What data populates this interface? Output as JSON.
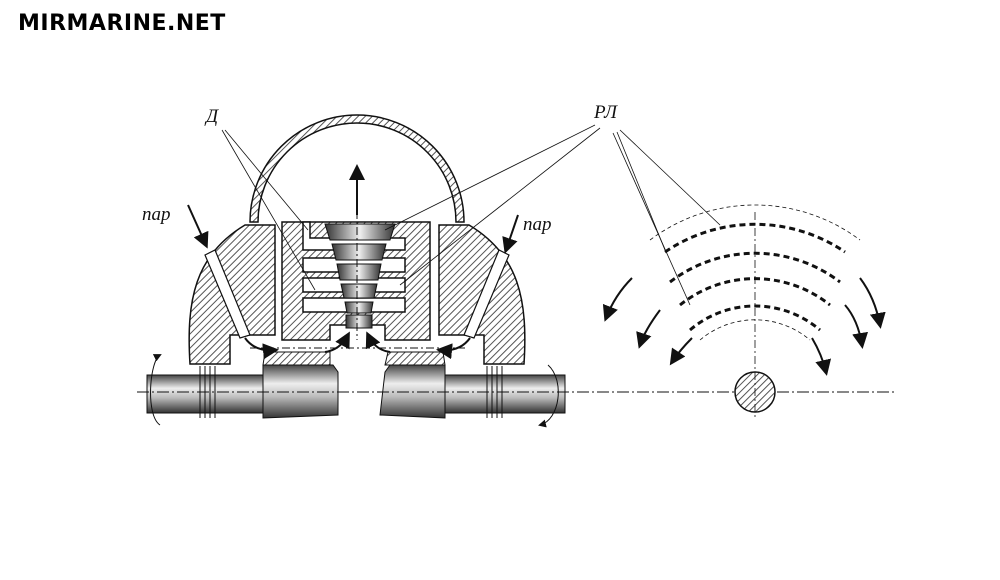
{
  "logo": {
    "text": "MIRMARINE.NET"
  },
  "labels": {
    "diaphragms": "Д",
    "rotor_blades": "РЛ",
    "steam_left": "пар",
    "steam_right": "пар"
  },
  "colors": {
    "line": "#111111",
    "hatch": "#555555",
    "background": "#ffffff"
  }
}
